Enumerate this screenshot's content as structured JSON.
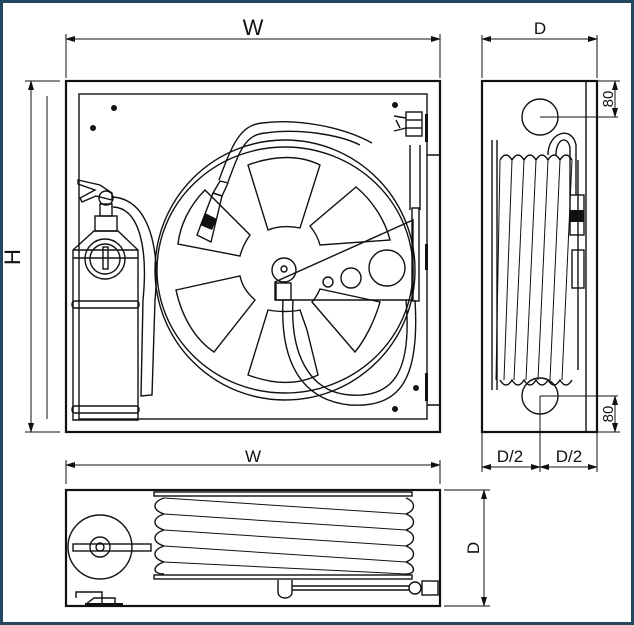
{
  "diagram": {
    "title": "Fire hose reel cabinet dimension drawing",
    "dimensions": {
      "front_width": "W",
      "front_height": "H",
      "side_depth": "D",
      "side_top_offset": "80",
      "side_bottom_offset": "80",
      "side_half_left": "D/2",
      "side_half_right": "D/2",
      "top_width": "W",
      "top_depth": "D"
    },
    "views": [
      "front-view",
      "side-view",
      "top-view"
    ],
    "colors": {
      "border": "#23475f",
      "line": "#111111",
      "background": "#ffffff"
    }
  }
}
